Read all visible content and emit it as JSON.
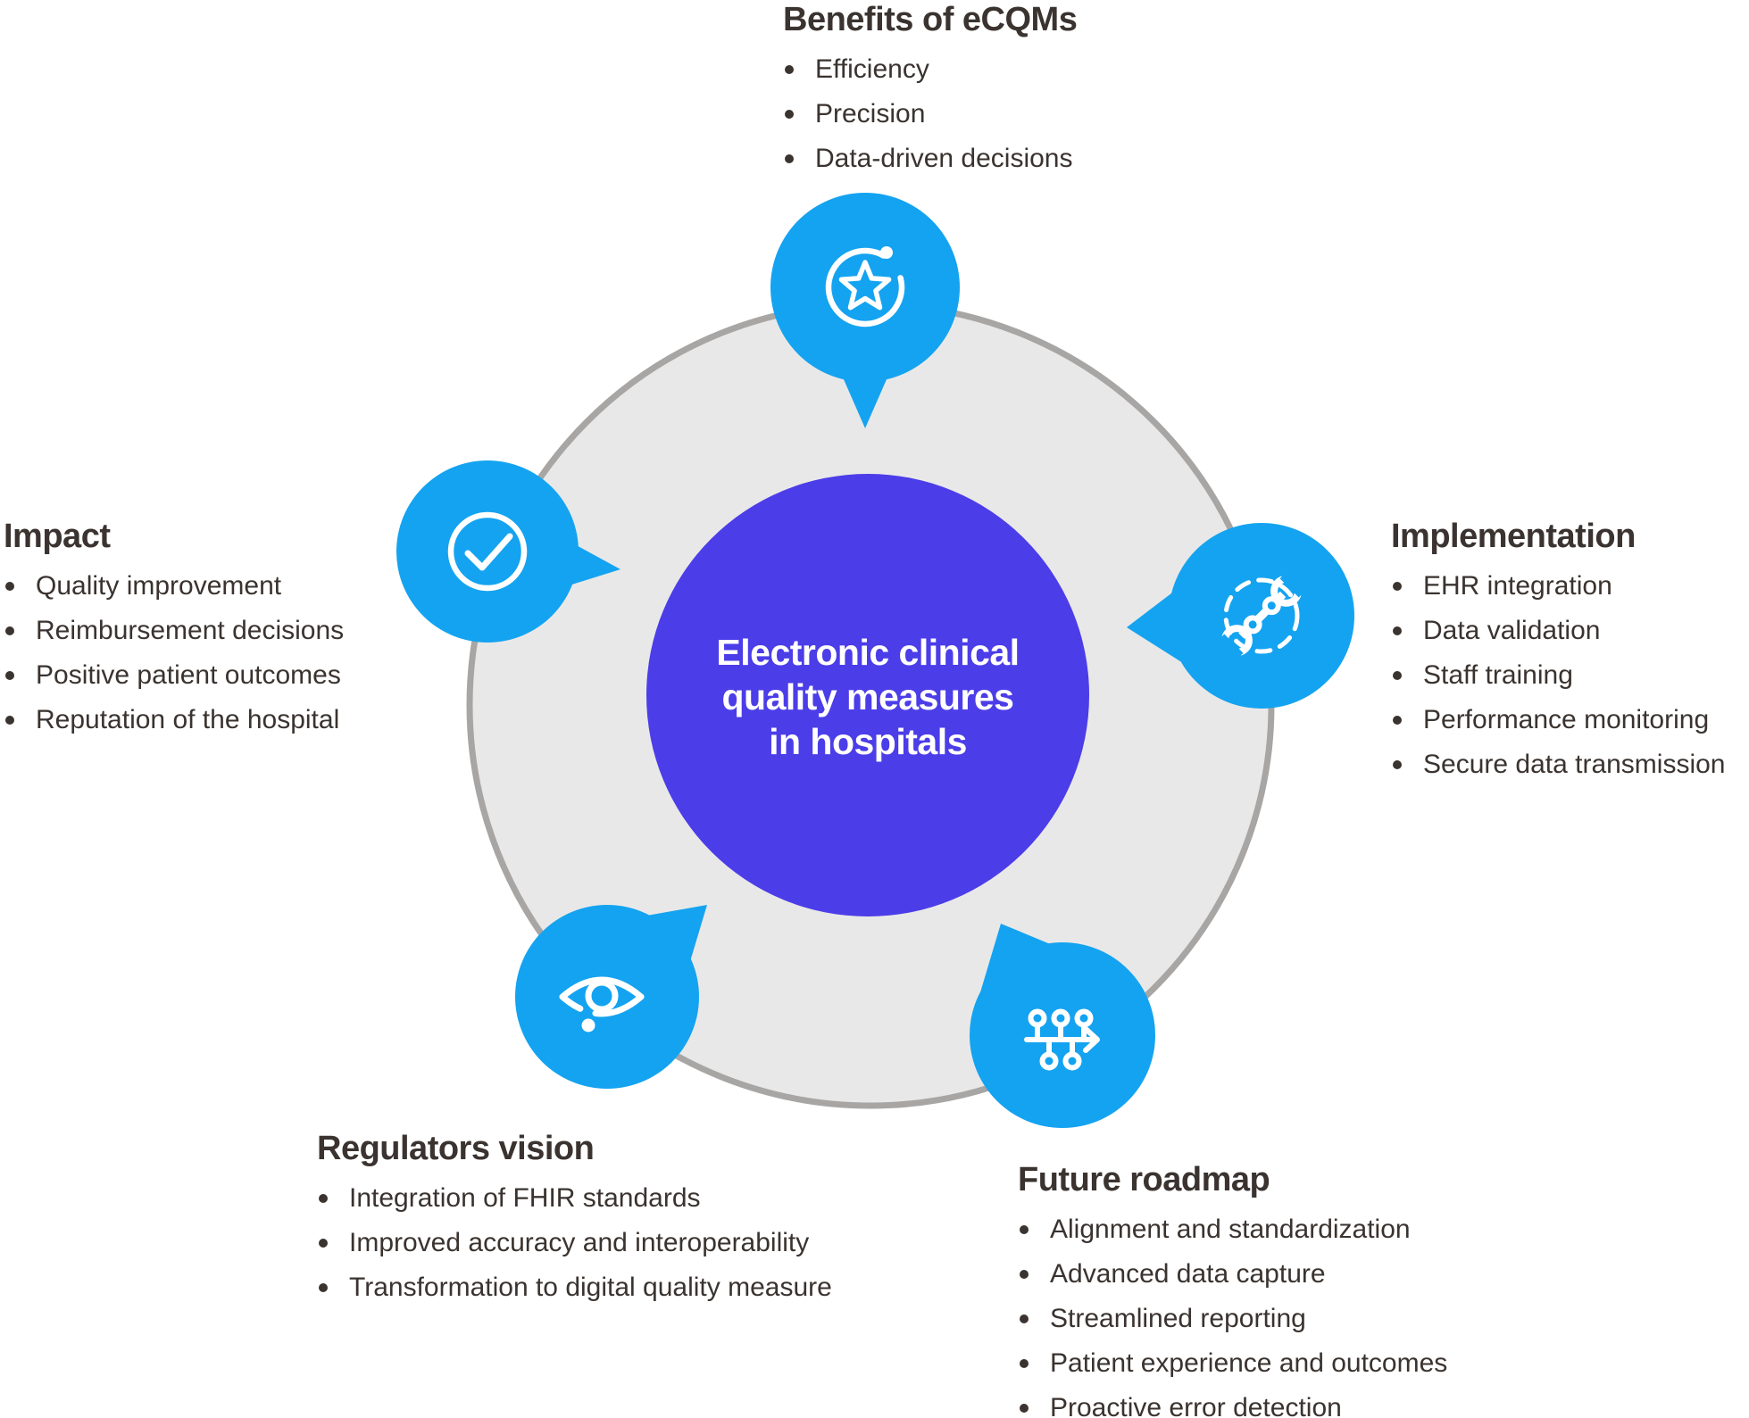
{
  "diagram": {
    "type": "hub-and-spoke infographic",
    "center": {
      "title": "Electronic clinical quality measures in hospitals"
    },
    "colors": {
      "bubble_blue": "#14a3f0",
      "center_purple": "#4b3de8",
      "ring_fill": "#e9e8e8",
      "ring_border": "#a8a6a4",
      "text_dark": "#3a332f",
      "icon_white": "#ffffff",
      "background": "#ffffff"
    }
  },
  "sections": {
    "benefits": {
      "title": "Benefits of eCQMs",
      "icon": "star-badge-icon",
      "items": [
        "Efficiency",
        "Precision",
        "Data-driven decisions"
      ]
    },
    "implementation": {
      "title": "Implementation",
      "icon": "wrench-icon",
      "items": [
        "EHR integration",
        "Data validation",
        "Staff training",
        "Performance monitoring",
        "Secure data transmission"
      ]
    },
    "future": {
      "title": "Future roadmap",
      "icon": "roadmap-icon",
      "items": [
        "Alignment and standardization",
        "Advanced data capture",
        "Streamlined reporting",
        "Patient experience and outcomes",
        "Proactive error detection"
      ]
    },
    "regulators": {
      "title": "Regulators vision",
      "icon": "eye-icon",
      "items": [
        "Integration of FHIR standards",
        "Improved accuracy and interoperability",
        "Transformation to digital quality measure"
      ]
    },
    "impact": {
      "title": "Impact",
      "icon": "check-circle-icon",
      "items": [
        "Quality improvement",
        "Reimbursement decisions",
        "Positive patient outcomes",
        "Reputation of the hospital"
      ]
    }
  }
}
